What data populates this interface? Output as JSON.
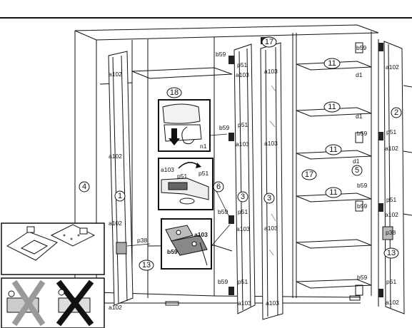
{
  "diagram": {
    "circled_parts": {
      "p1": "1",
      "p2": "2",
      "p3a": "3",
      "p3b": "3",
      "p4": "4",
      "p5": "5",
      "p6": "6",
      "p11a": "11",
      "p11b": "11",
      "p11c": "11",
      "p11d": "11",
      "p13a": "13",
      "p13b": "13",
      "p17a": "17",
      "p17b": "17",
      "p18": "18"
    },
    "fittings": {
      "a102": "a102",
      "a103": "a103",
      "b59": "b59",
      "p51": "p51",
      "p38": "p38",
      "d1": "d1",
      "n1": "n1"
    },
    "colors": {
      "line": "#111111",
      "hardware": "#333333",
      "shade": "#9a9a9a"
    }
  }
}
